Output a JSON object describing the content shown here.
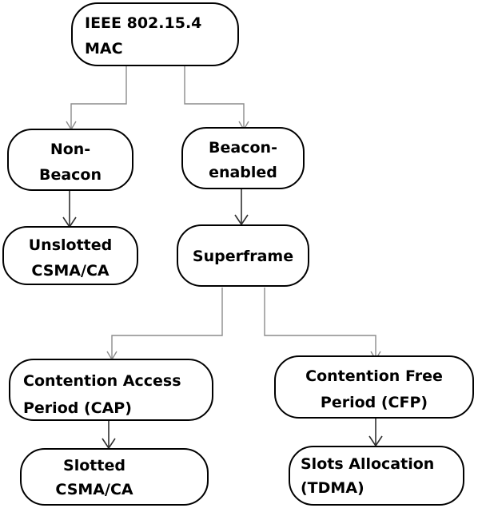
{
  "nodes": {
    "mac": [
      "IEEE 802.15.4",
      "MAC"
    ],
    "non_beacon": [
      "Non-",
      "Beacon"
    ],
    "beacon_enabled": [
      "Beacon-",
      "enabled"
    ],
    "unslotted": [
      "Unslotted",
      "CSMA/CA"
    ],
    "superframe": [
      "Superframe"
    ],
    "cap": [
      "Contention Access",
      "Period (CAP)"
    ],
    "cfp": [
      "Contention Free",
      "Period (CFP)"
    ],
    "slotted": [
      "Slotted",
      "CSMA/CA"
    ],
    "slots_allocation": [
      "Slots Allocation",
      "(TDMA)"
    ]
  },
  "colors": {
    "box_border": "#000000",
    "box_fill": "#ffffff",
    "branch_arrow": "#8c8c8c",
    "direct_arrow": "#303030"
  }
}
